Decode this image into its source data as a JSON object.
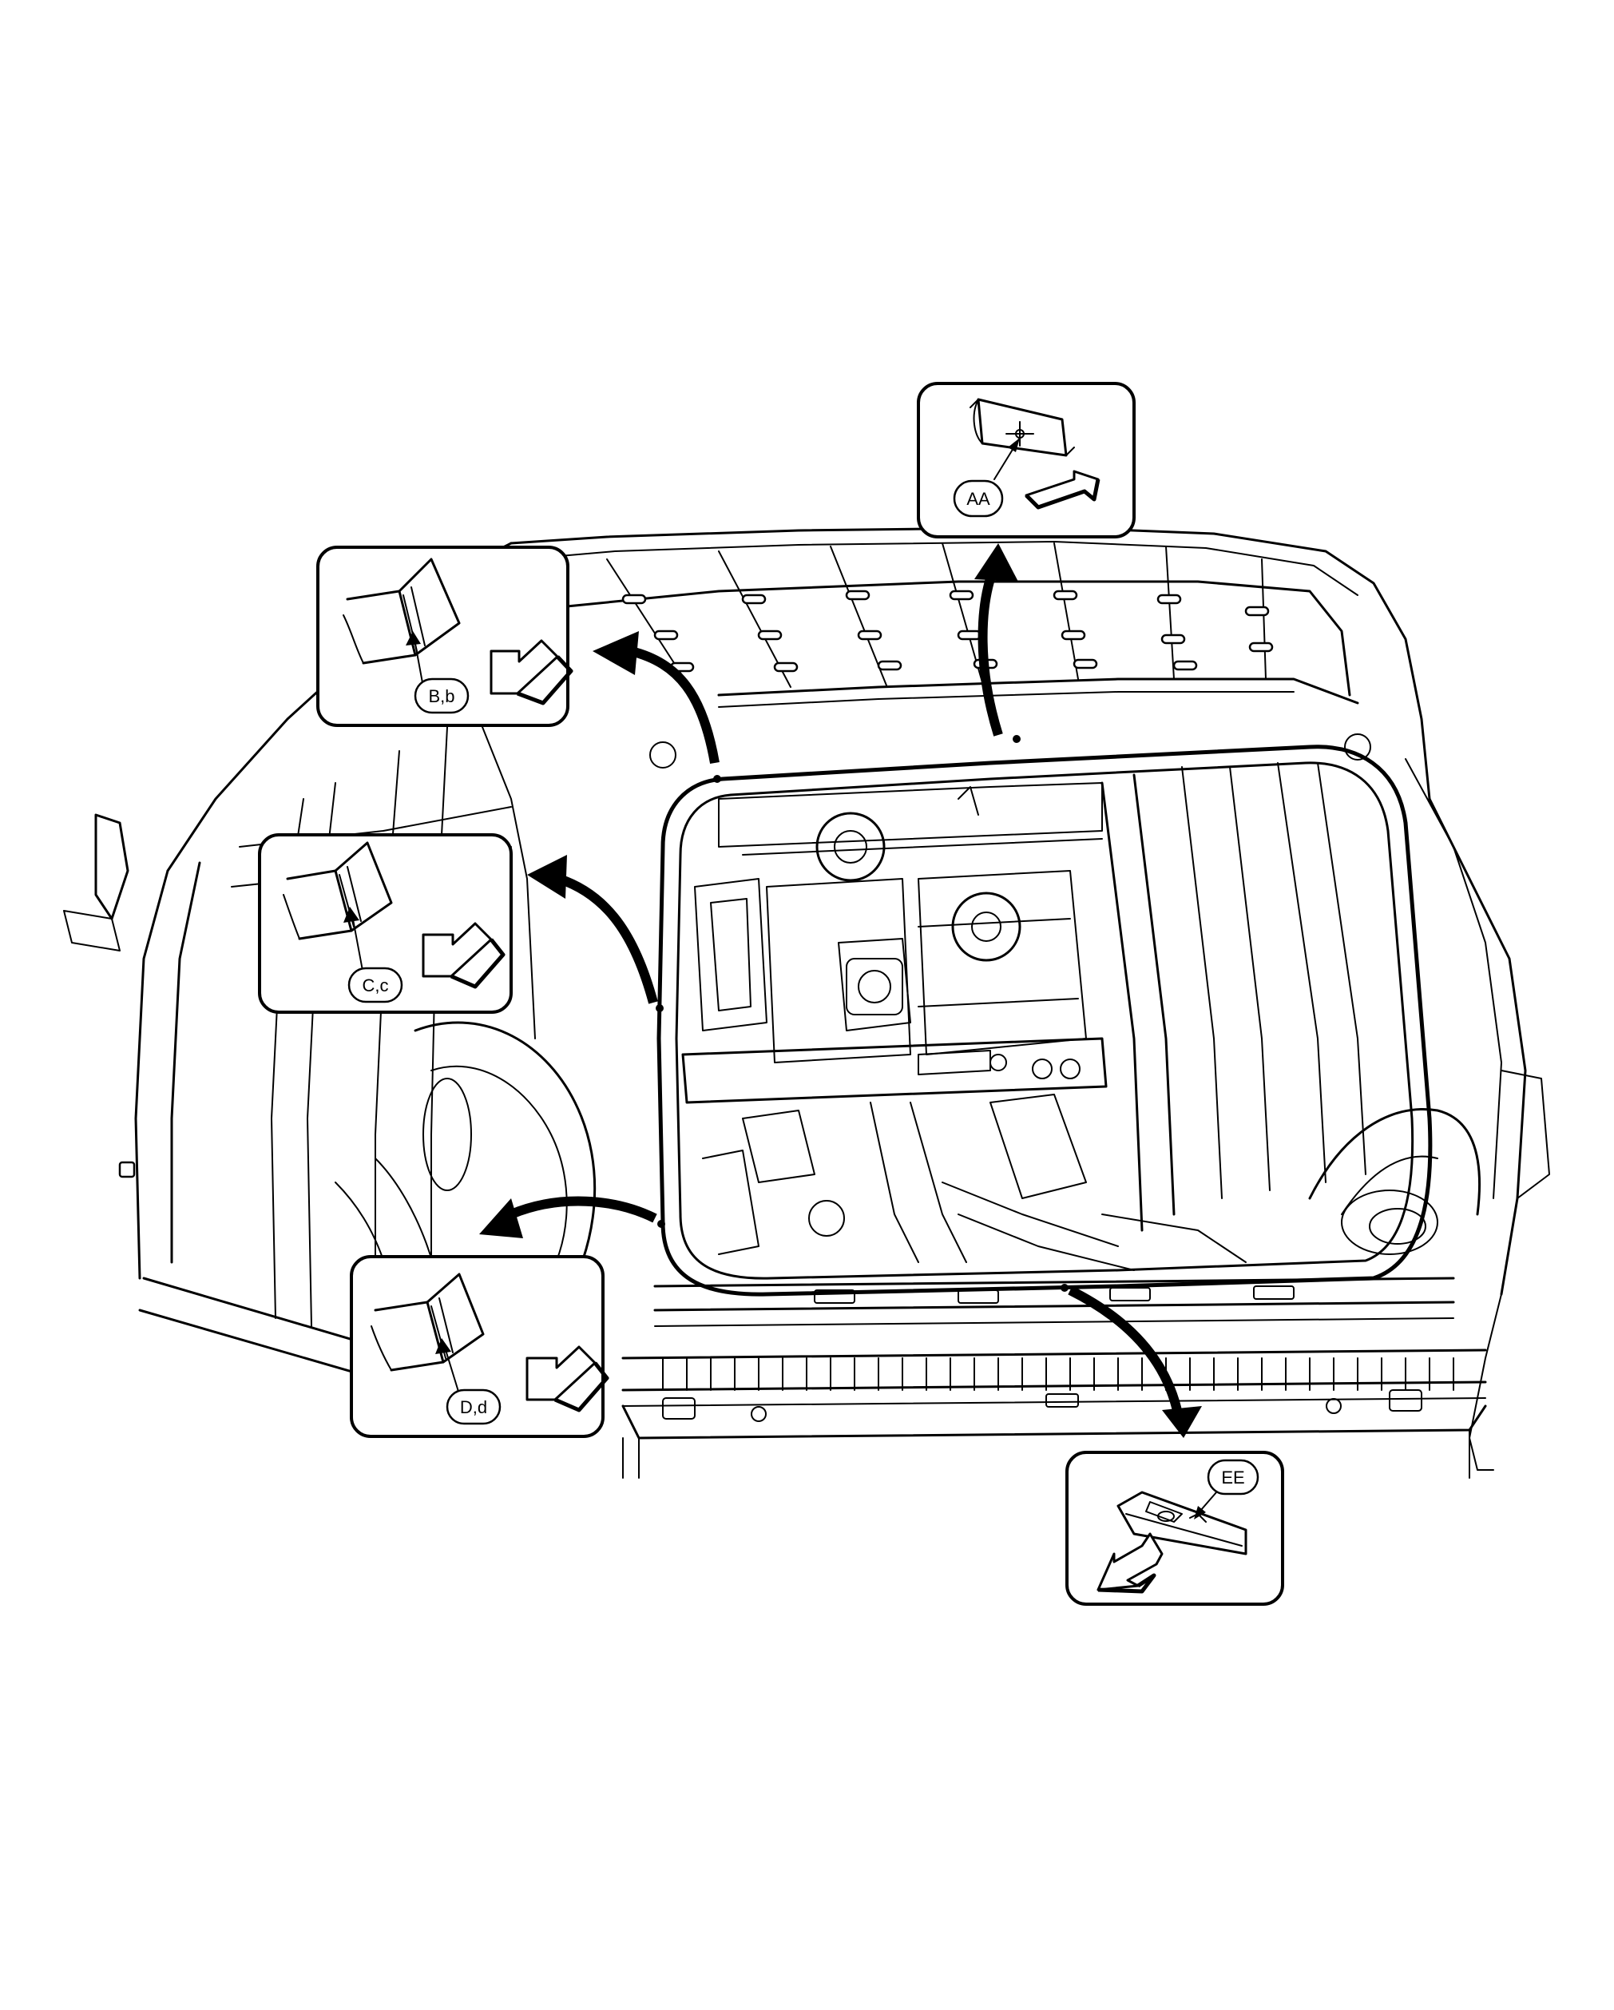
{
  "callouts": {
    "aa": {
      "label": "AA"
    },
    "bb": {
      "label": "B,b"
    },
    "cc": {
      "label": "C,c"
    },
    "dd": {
      "label": "D,d"
    },
    "ee": {
      "label": "EE"
    }
  },
  "colors": {
    "line": "#000000",
    "background": "#ffffff"
  }
}
